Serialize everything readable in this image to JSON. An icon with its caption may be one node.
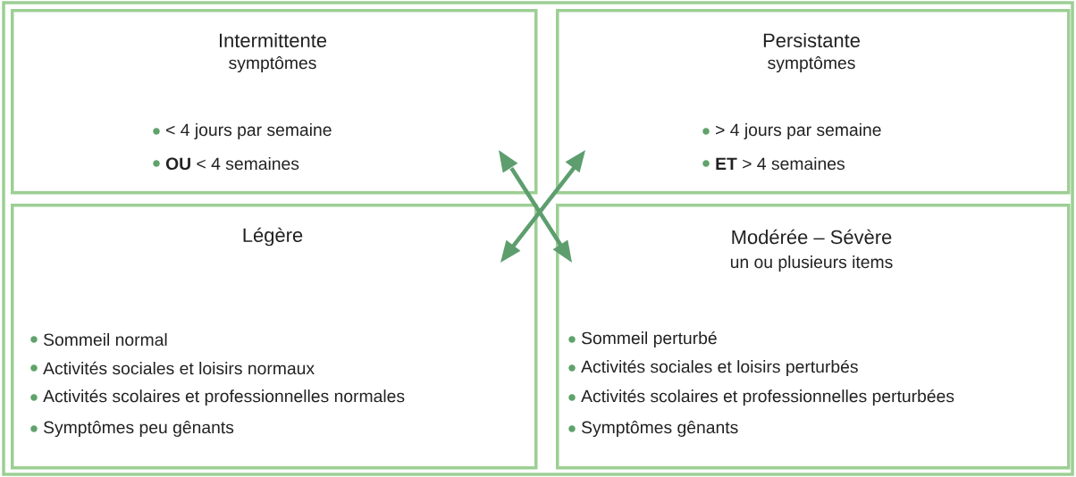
{
  "diagram": {
    "nodes": [
      {
        "text": [
          "Intermittente",
          "symptômes",
          "< 4 jours par semaine",
          "**OU** < 4 semaines"
        ]
      },
      {
        "text": [
          "Persistante",
          "symptômes",
          "> 4 jours par semaine",
          "**ET** > 4 semaines"
        ]
      },
      {
        "text": [
          "Légère",
          "Sommeil normal",
          "Activités sociales et loisirs normaux",
          "Activités scolaires et professionnelles normales",
          "Symptômes peu gênants"
        ]
      },
      {
        "text": [
          "Modérée – Sévère",
          "un ou plusieurs items",
          "Sommeil perturbé",
          "Activités sociales et loisirs perturbés",
          "Activités scolaires et professionnelles perturbées",
          "Symptômes gênants"
        ]
      }
    ],
    "edges": [
      {
        "from": 0,
        "to": 3,
        "arrow": "both"
      },
      {
        "from": 1,
        "to": 2,
        "arrow": "both"
      }
    ]
  }
}
